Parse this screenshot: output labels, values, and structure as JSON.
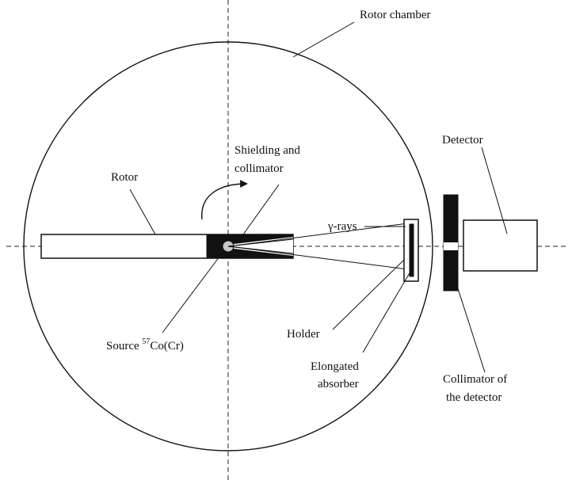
{
  "labels": {
    "rotor_chamber": "Rotor chamber",
    "shielding_line1": "Shielding and",
    "shielding_line2": "collimator",
    "rotor": "Rotor",
    "detector": "Detector",
    "gamma_rays": "γ-rays",
    "source_prefix": "Source ",
    "source_superscript": "57",
    "source_suffix": "Co(Cr)",
    "holder": "Holder",
    "elongated_line1": "Elongated",
    "elongated_line2": "absorber",
    "collimator_detector_line1": "Collimator of",
    "collimator_detector_line2": "the detector"
  },
  "colors": {
    "ink": "#111111",
    "background": "#ffffff"
  }
}
